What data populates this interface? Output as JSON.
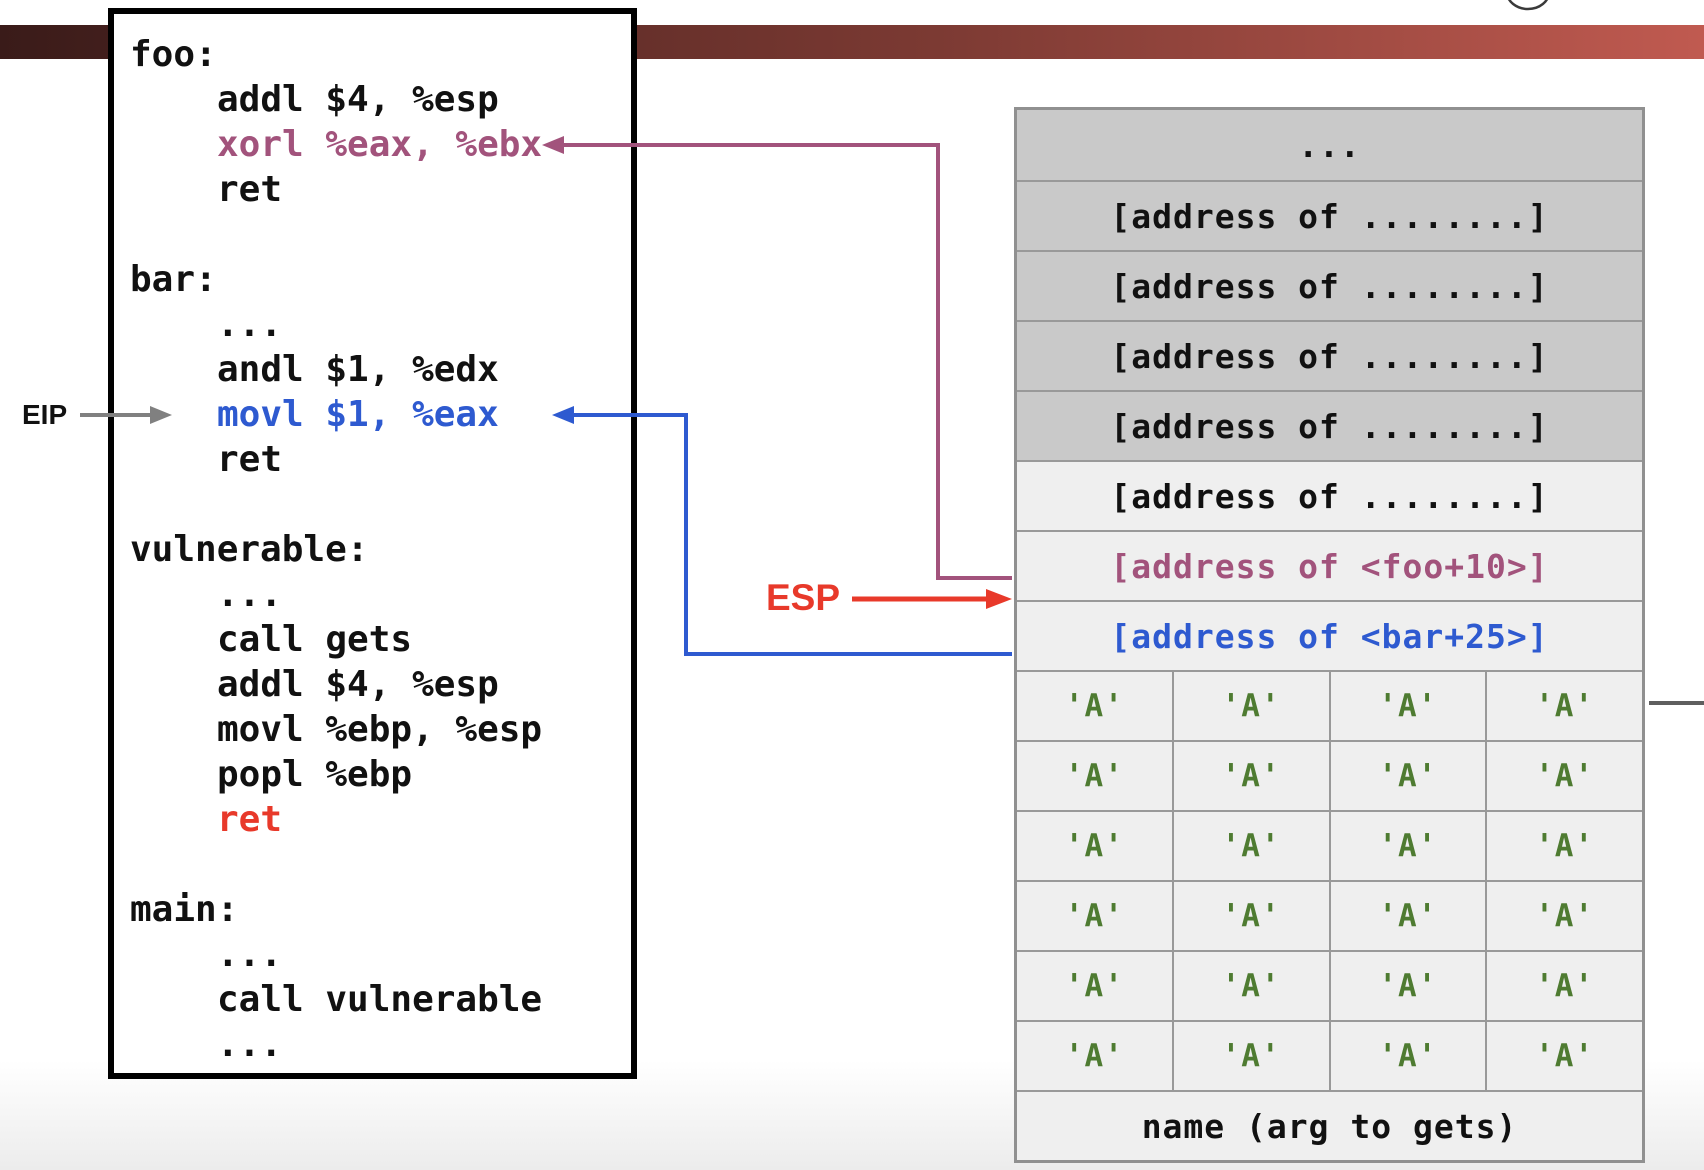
{
  "colors": {
    "maroon": "#a2537c",
    "blue": "#2e5ad0",
    "red": "#e8392a",
    "green": "#4e7b31",
    "arrow_gray": "#808080",
    "line_dark": "#5f5f5f",
    "bar_left": "#3a1b19",
    "bar_right": "#c05a50",
    "cell_dark": "#c9c9c9",
    "cell_light": "#efefef",
    "cell_border": "#999999",
    "ink": "#111111"
  },
  "labels": {
    "eip": "EIP",
    "esp": "ESP"
  },
  "code": {
    "lines": [
      {
        "text": "foo:",
        "indent": 0
      },
      {
        "text": "addl $4, %esp",
        "indent": 1
      },
      {
        "text": "xorl %eax, %ebx",
        "indent": 1,
        "color": "maroon"
      },
      {
        "text": "ret",
        "indent": 1
      },
      {
        "text": "",
        "indent": 0
      },
      {
        "text": "bar:",
        "indent": 0
      },
      {
        "text": "...",
        "indent": 1
      },
      {
        "text": "andl $1, %edx",
        "indent": 1
      },
      {
        "text": "movl $1, %eax",
        "indent": 1,
        "color": "blue"
      },
      {
        "text": "ret",
        "indent": 1
      },
      {
        "text": "",
        "indent": 0
      },
      {
        "text": "vulnerable:",
        "indent": 0
      },
      {
        "text": "...",
        "indent": 1
      },
      {
        "text": "call gets",
        "indent": 1
      },
      {
        "text": "addl $4, %esp",
        "indent": 1
      },
      {
        "text": "movl %ebp, %esp",
        "indent": 1
      },
      {
        "text": "popl %ebp",
        "indent": 1
      },
      {
        "text": "ret",
        "indent": 1,
        "color": "red"
      },
      {
        "text": "",
        "indent": 0
      },
      {
        "text": "main:",
        "indent": 0
      },
      {
        "text": "...",
        "indent": 1
      },
      {
        "text": "call vulnerable",
        "indent": 1
      },
      {
        "text": "...",
        "indent": 1
      }
    ]
  },
  "stack": {
    "rows": [
      {
        "type": "single",
        "text": "...",
        "shade": "dark"
      },
      {
        "type": "single",
        "text": "[address of ........]",
        "shade": "dark"
      },
      {
        "type": "single",
        "text": "[address of ........]",
        "shade": "dark"
      },
      {
        "type": "single",
        "text": "[address of ........]",
        "shade": "dark"
      },
      {
        "type": "single",
        "text": "[address of ........]",
        "shade": "dark"
      },
      {
        "type": "single",
        "text": "[address of ........]",
        "shade": "light"
      },
      {
        "type": "single",
        "text": "[address of <foo+10>]",
        "shade": "light",
        "color": "maroon"
      },
      {
        "type": "single",
        "text": "[address of <bar+25>]",
        "shade": "light",
        "color": "blue"
      },
      {
        "type": "quad",
        "cells": [
          "'A'",
          "'A'",
          "'A'",
          "'A'"
        ],
        "shade": "light",
        "color": "green"
      },
      {
        "type": "quad",
        "cells": [
          "'A'",
          "'A'",
          "'A'",
          "'A'"
        ],
        "shade": "light",
        "color": "green"
      },
      {
        "type": "quad",
        "cells": [
          "'A'",
          "'A'",
          "'A'",
          "'A'"
        ],
        "shade": "light",
        "color": "green"
      },
      {
        "type": "quad",
        "cells": [
          "'A'",
          "'A'",
          "'A'",
          "'A'"
        ],
        "shade": "light",
        "color": "green"
      },
      {
        "type": "quad",
        "cells": [
          "'A'",
          "'A'",
          "'A'",
          "'A'"
        ],
        "shade": "light",
        "color": "green"
      },
      {
        "type": "quad",
        "cells": [
          "'A'",
          "'A'",
          "'A'",
          "'A'"
        ],
        "shade": "light",
        "color": "green"
      },
      {
        "type": "single",
        "text": "name (arg to gets)",
        "shade": "light"
      }
    ]
  }
}
